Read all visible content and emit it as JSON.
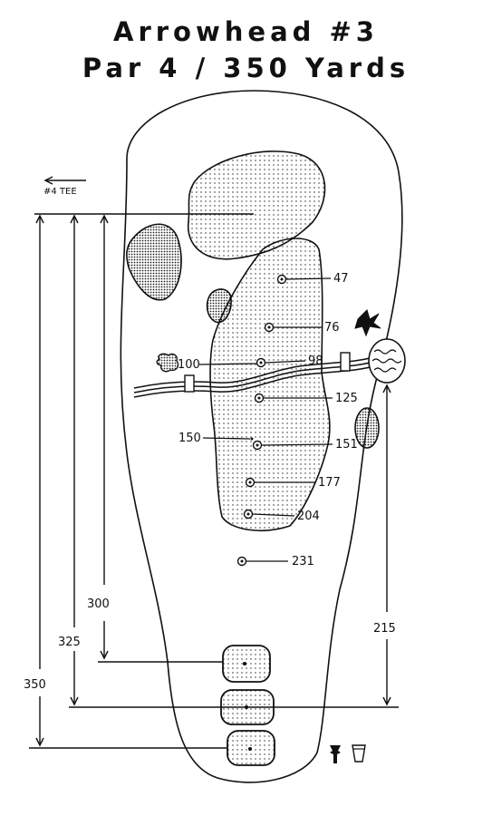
{
  "title": "Arrowhead #3",
  "subtitle": "Par 4 / 350 Yards",
  "tee_note": "#4 TEE",
  "colors": {
    "ink": "#111111",
    "fill": "#ffffff"
  },
  "markers": [
    {
      "label": "47"
    },
    {
      "label": "76"
    },
    {
      "label": "98"
    },
    {
      "label": "100"
    },
    {
      "label": "125"
    },
    {
      "label": "150"
    },
    {
      "label": "151"
    },
    {
      "label": "177"
    },
    {
      "label": "204"
    },
    {
      "label": "231"
    }
  ],
  "dimensions": {
    "d300": "300",
    "d325": "325",
    "d350": "350",
    "d215": "215"
  },
  "icons": [
    "tree-icon",
    "ball-washer-icon"
  ]
}
